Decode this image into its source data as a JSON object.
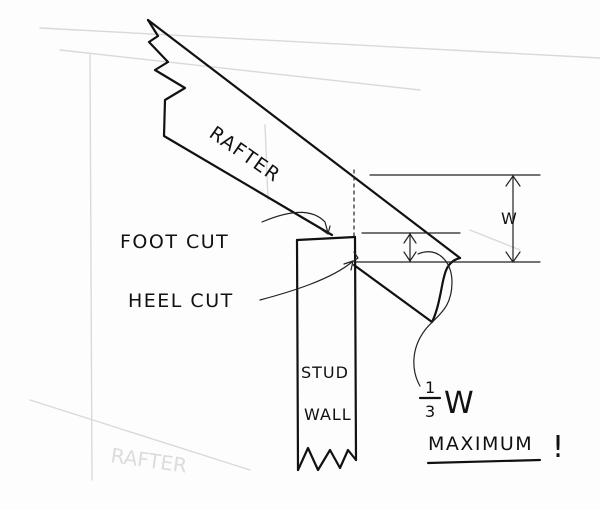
{
  "labels": {
    "rafter": "RAFTER",
    "foot_cut": "FOOT CUT",
    "heel_cut": "HEEL CUT",
    "stud_line1": "STUD",
    "stud_line2": "WALL",
    "w": "W",
    "third_num": "1",
    "third_den": "3",
    "third_w": "W",
    "maximum": "MAXIMUM",
    "exclaim": "!"
  },
  "ghost_text": {
    "rafter_faint": "RAFTER"
  },
  "colors": {
    "ink": "#111111",
    "paper": "#fdfdfd",
    "bleed_through": "#d9d9d9"
  }
}
